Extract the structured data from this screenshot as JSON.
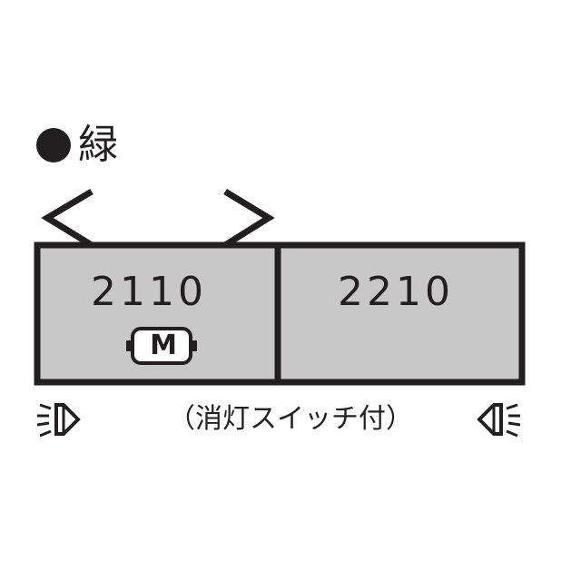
{
  "heading": {
    "marker_icon": "filled-circle-icon",
    "text": "緑"
  },
  "cars": [
    {
      "number": "2110",
      "motor_label": "M"
    },
    {
      "number": "2210"
    }
  ],
  "note": "（消灯スイッチ付）",
  "colors": {
    "car_body": "#c8c8c8",
    "ink": "#231f20",
    "background": "#ffffff"
  },
  "icons": [
    "pantograph-icon",
    "motor-badge-icon",
    "headlight-left-icon",
    "headlight-right-icon"
  ]
}
